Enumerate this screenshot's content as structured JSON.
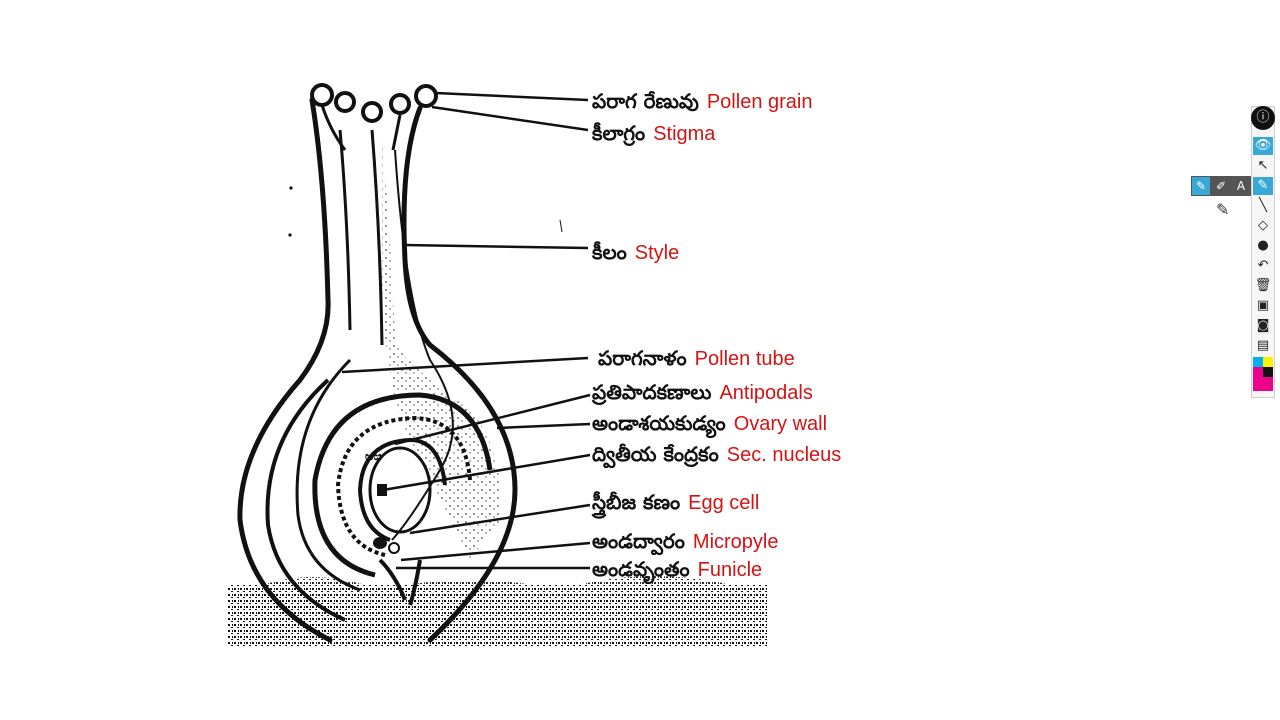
{
  "labels": [
    {
      "te": "పరాగ రేణువు",
      "en": "Pollen grain"
    },
    {
      "te": "కీలాగ్రం",
      "en": "Stigma"
    },
    {
      "te": "కీలం",
      "en": "Style"
    },
    {
      "te": "పరాగనాళం",
      "en": "Pollen tube"
    },
    {
      "te": "ప్రతిపాదకణాలు",
      "en": "Antipodals"
    },
    {
      "te": "అండాశయకుడ్యం",
      "en": "Ovary wall"
    },
    {
      "te": "ద్వితీయ కేంద్రకం",
      "en": "Sec. nucleus"
    },
    {
      "te": "స్త్రీబీజ కణం",
      "en": "Egg cell"
    },
    {
      "te": "అండద్వారం",
      "en": "Micropyle"
    },
    {
      "te": "అండవృంతం",
      "en": "Funicle"
    }
  ],
  "toolbar": {
    "logo": "ⓘ",
    "icons": [
      "eye-icon",
      "pointer-icon",
      "highlighter-icon",
      "line-icon",
      "eraser-icon",
      "dot-icon",
      "undo-icon",
      "trash-icon",
      "screen-icon",
      "camera-icon",
      "clipboard-icon"
    ],
    "sub_text_tool": "A"
  },
  "colors": {
    "label_en": "#d41313",
    "label_te": "#111111",
    "tool_active": "#38a9d6"
  }
}
